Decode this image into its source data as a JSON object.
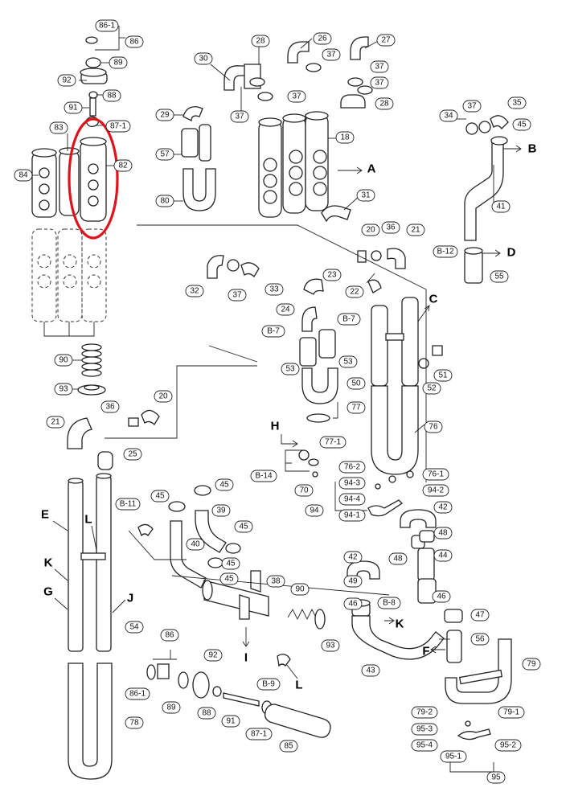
{
  "highlight_color": "#e0131a",
  "line_color": "#222222",
  "callouts": [
    {
      "id": "c-86-1-top",
      "text": "86-1"
    },
    {
      "id": "c-86-top",
      "text": "86"
    },
    {
      "id": "c-89-top",
      "text": "89"
    },
    {
      "id": "c-92-top",
      "text": "92"
    },
    {
      "id": "c-88-top",
      "text": "88"
    },
    {
      "id": "c-91-top",
      "text": "91"
    },
    {
      "id": "c-87-1-top",
      "text": "87-1"
    },
    {
      "id": "c-83",
      "text": "83"
    },
    {
      "id": "c-82",
      "text": "82"
    },
    {
      "id": "c-84",
      "text": "84"
    },
    {
      "id": "c-90-left",
      "text": "90"
    },
    {
      "id": "c-93-left",
      "text": "93"
    },
    {
      "id": "c-30",
      "text": "30"
    },
    {
      "id": "c-28-top",
      "text": "28"
    },
    {
      "id": "c-26",
      "text": "26"
    },
    {
      "id": "c-27",
      "text": "27"
    },
    {
      "id": "c-37-a",
      "text": "37"
    },
    {
      "id": "c-37-b",
      "text": "37"
    },
    {
      "id": "c-37-c",
      "text": "37"
    },
    {
      "id": "c-37-d",
      "text": "37"
    },
    {
      "id": "c-28-b",
      "text": "28"
    },
    {
      "id": "c-29",
      "text": "29"
    },
    {
      "id": "c-37-e",
      "text": "37"
    },
    {
      "id": "c-18",
      "text": "18"
    },
    {
      "id": "c-57",
      "text": "57"
    },
    {
      "id": "c-80",
      "text": "80"
    },
    {
      "id": "c-34",
      "text": "34"
    },
    {
      "id": "c-37-f",
      "text": "37"
    },
    {
      "id": "c-35",
      "text": "35"
    },
    {
      "id": "c-45-top",
      "text": "45"
    },
    {
      "id": "c-41",
      "text": "41"
    },
    {
      "id": "c-31",
      "text": "31"
    },
    {
      "id": "c-20-a",
      "text": "20"
    },
    {
      "id": "c-36-a",
      "text": "36"
    },
    {
      "id": "c-21-a",
      "text": "21"
    },
    {
      "id": "c-b12",
      "text": "B-12"
    },
    {
      "id": "c-55",
      "text": "55"
    },
    {
      "id": "c-32",
      "text": "32"
    },
    {
      "id": "c-37-g",
      "text": "37"
    },
    {
      "id": "c-33",
      "text": "33"
    },
    {
      "id": "c-23",
      "text": "23"
    },
    {
      "id": "c-22",
      "text": "22"
    },
    {
      "id": "c-24",
      "text": "24"
    },
    {
      "id": "c-b7-a",
      "text": "B-7"
    },
    {
      "id": "c-b7-b",
      "text": "B-7"
    },
    {
      "id": "c-53-a",
      "text": "53"
    },
    {
      "id": "c-53-b",
      "text": "53"
    },
    {
      "id": "c-50",
      "text": "50"
    },
    {
      "id": "c-51",
      "text": "51"
    },
    {
      "id": "c-52",
      "text": "52"
    },
    {
      "id": "c-77",
      "text": "77"
    },
    {
      "id": "c-77-1",
      "text": "77-1"
    },
    {
      "id": "c-76",
      "text": "76"
    },
    {
      "id": "c-36-b",
      "text": "36"
    },
    {
      "id": "c-20-b",
      "text": "20"
    },
    {
      "id": "c-21-b",
      "text": "21"
    },
    {
      "id": "c-25",
      "text": "25"
    },
    {
      "id": "c-b14",
      "text": "B-14"
    },
    {
      "id": "c-70",
      "text": "70"
    },
    {
      "id": "c-76-2",
      "text": "76-2"
    },
    {
      "id": "c-76-1",
      "text": "76-1"
    },
    {
      "id": "c-94-3",
      "text": "94-3"
    },
    {
      "id": "c-94-2",
      "text": "94-2"
    },
    {
      "id": "c-94-4",
      "text": "94-4"
    },
    {
      "id": "c-94",
      "text": "94"
    },
    {
      "id": "c-94-1",
      "text": "94-1"
    },
    {
      "id": "c-42-a",
      "text": "42"
    },
    {
      "id": "c-48-a",
      "text": "48"
    },
    {
      "id": "c-48-b",
      "text": "48"
    },
    {
      "id": "c-44",
      "text": "44"
    },
    {
      "id": "c-b11",
      "text": "B-11"
    },
    {
      "id": "c-45-a",
      "text": "45"
    },
    {
      "id": "c-45-b",
      "text": "45"
    },
    {
      "id": "c-45-c",
      "text": "45"
    },
    {
      "id": "c-45-d",
      "text": "45"
    },
    {
      "id": "c-45-e",
      "text": "45"
    },
    {
      "id": "c-39",
      "text": "39"
    },
    {
      "id": "c-40",
      "text": "40"
    },
    {
      "id": "c-38",
      "text": "38"
    },
    {
      "id": "c-90-mid",
      "text": "90"
    },
    {
      "id": "c-93-mid",
      "text": "93"
    },
    {
      "id": "c-42-b",
      "text": "42"
    },
    {
      "id": "c-49",
      "text": "49"
    },
    {
      "id": "c-46-a",
      "text": "46"
    },
    {
      "id": "c-46-b",
      "text": "46"
    },
    {
      "id": "c-b8",
      "text": "B-8"
    },
    {
      "id": "c-47",
      "text": "47"
    },
    {
      "id": "c-56",
      "text": "56"
    },
    {
      "id": "c-43",
      "text": "43"
    },
    {
      "id": "c-79",
      "text": "79"
    },
    {
      "id": "c-54",
      "text": "54"
    },
    {
      "id": "c-86-bot",
      "text": "86"
    },
    {
      "id": "c-92-bot",
      "text": "92"
    },
    {
      "id": "c-86-1-bot",
      "text": "86-1"
    },
    {
      "id": "c-89-bot",
      "text": "89"
    },
    {
      "id": "c-88-bot",
      "text": "88"
    },
    {
      "id": "c-91-bot",
      "text": "91"
    },
    {
      "id": "c-87-1-bot",
      "text": "87-1"
    },
    {
      "id": "c-85",
      "text": "85"
    },
    {
      "id": "c-b9",
      "text": "B-9"
    },
    {
      "id": "c-78",
      "text": "78"
    },
    {
      "id": "c-79-2",
      "text": "79-2"
    },
    {
      "id": "c-79-1",
      "text": "79-1"
    },
    {
      "id": "c-95-3",
      "text": "95-3"
    },
    {
      "id": "c-95-4",
      "text": "95-4"
    },
    {
      "id": "c-95-2",
      "text": "95-2"
    },
    {
      "id": "c-95-1",
      "text": "95-1"
    },
    {
      "id": "c-95",
      "text": "95"
    }
  ],
  "letters": [
    {
      "id": "l-A",
      "text": "A"
    },
    {
      "id": "l-B",
      "text": "B"
    },
    {
      "id": "l-C",
      "text": "C"
    },
    {
      "id": "l-D",
      "text": "D"
    },
    {
      "id": "l-H",
      "text": "H"
    },
    {
      "id": "l-E",
      "text": "E"
    },
    {
      "id": "l-L-top",
      "text": "L"
    },
    {
      "id": "l-K-left",
      "text": "K"
    },
    {
      "id": "l-G",
      "text": "G"
    },
    {
      "id": "l-J",
      "text": "J"
    },
    {
      "id": "l-I",
      "text": "I"
    },
    {
      "id": "l-L-bot",
      "text": "L"
    },
    {
      "id": "l-K-right",
      "text": "K"
    },
    {
      "id": "l-F",
      "text": "F"
    }
  ]
}
